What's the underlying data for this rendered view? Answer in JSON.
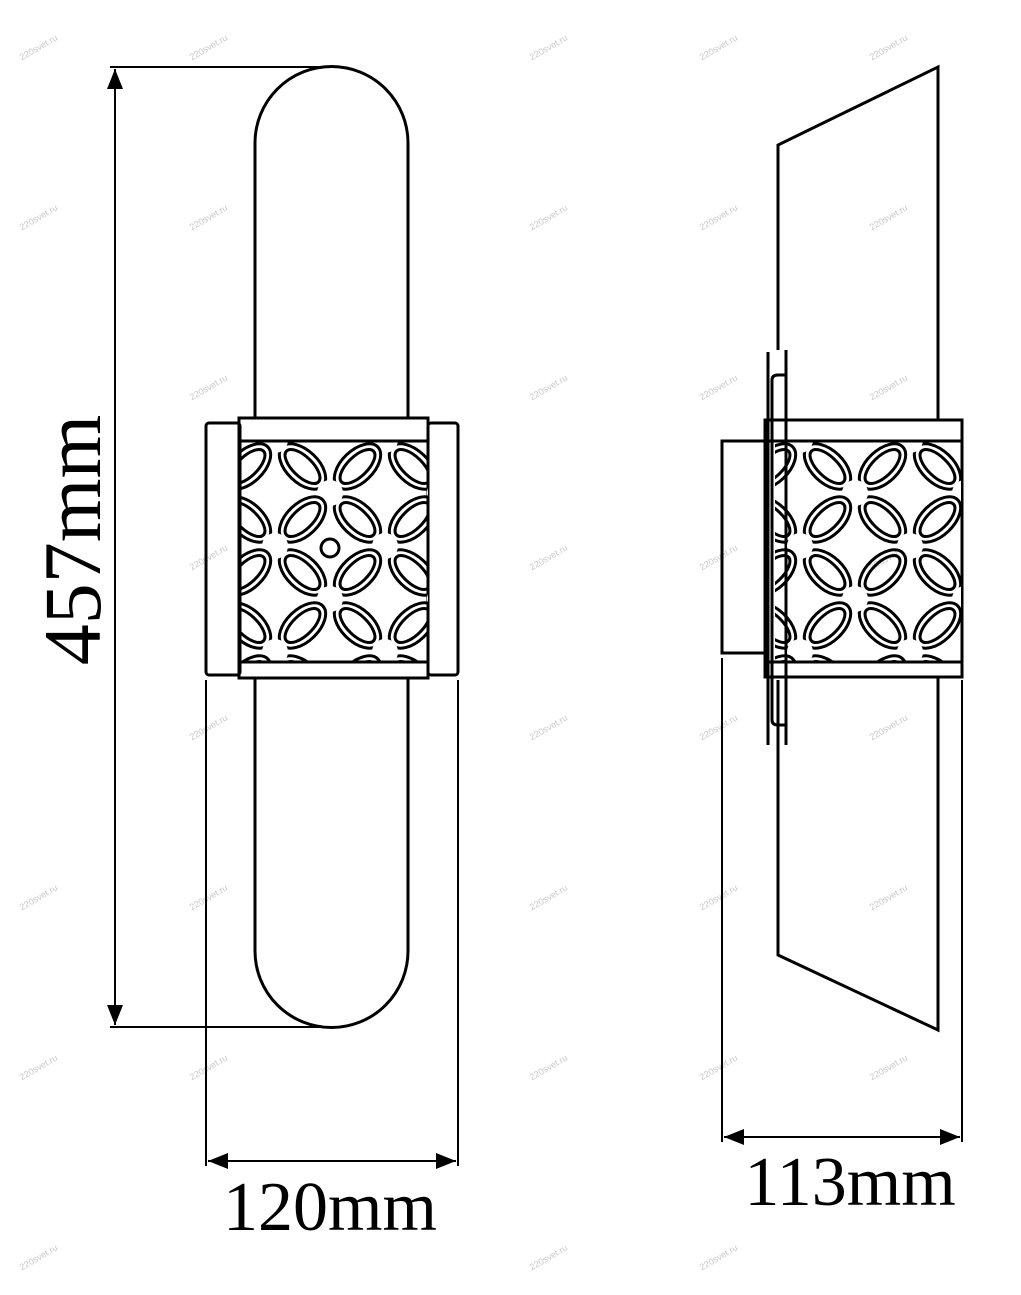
{
  "title": "Wall lamp dimension drawing",
  "dimensions": {
    "height_label": "457mm",
    "width_label": "120mm",
    "depth_label": "113mm"
  },
  "watermark": "220svet.ru",
  "colors": {
    "line": "#000000",
    "watermark": "#c8c8c8"
  }
}
